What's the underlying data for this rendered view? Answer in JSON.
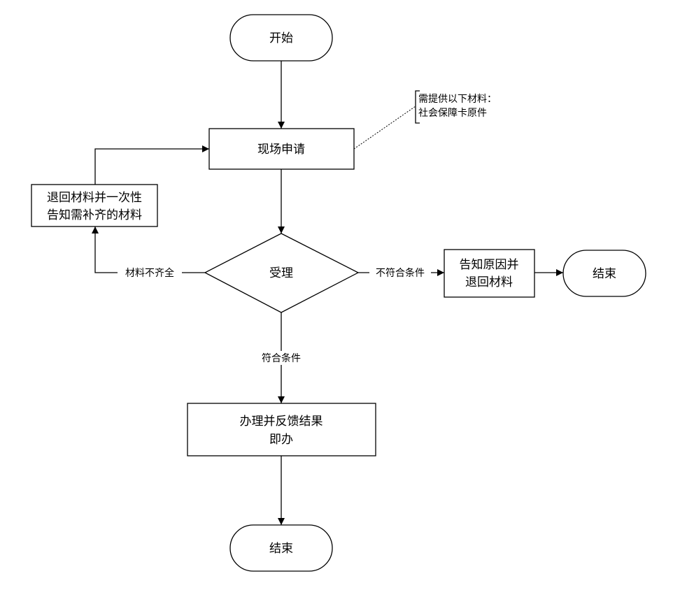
{
  "nodes": {
    "start": "开始",
    "apply": "现场申请",
    "note_line1": "需提供以下材料：",
    "note_line2": "社会保障卡原件",
    "return_line1": "退回材料并一次性",
    "return_line2": "告知需补齐的材料",
    "accept": "受理",
    "reject_line1": "告知原因并",
    "reject_line2": "退回材料",
    "end_right": "结束",
    "process_line1": "办理并反馈结果",
    "process_line2": "即办",
    "end_bottom": "结束"
  },
  "edges": {
    "incomplete": "材料不齐全",
    "not_qualified": "不符合条件",
    "qualified": "符合条件"
  }
}
